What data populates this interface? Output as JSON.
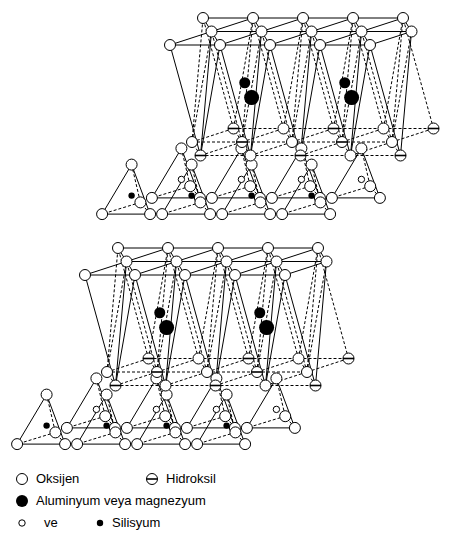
{
  "diagram": {
    "labels": [
      "ve"
    ],
    "legend": [
      {
        "text": "Oksijen"
      },
      {
        "text": "Hidroksil"
      },
      {
        "text": "Aluminyum veya magnezyum"
      },
      {
        "text": "Silisyum"
      }
    ]
  }
}
